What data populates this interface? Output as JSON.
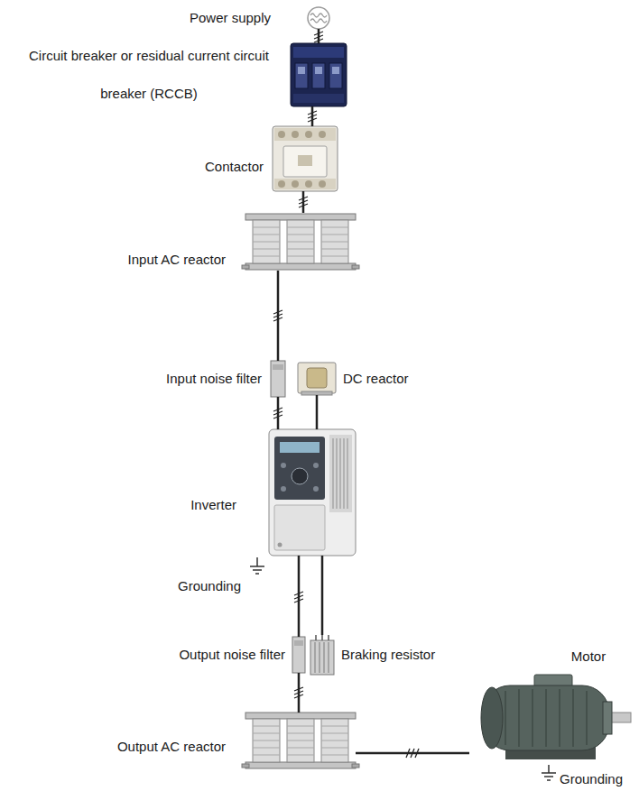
{
  "diagram": {
    "nodes": [
      {
        "text": [
          "Power supply"
        ]
      },
      {
        "text": [
          "Circuit breaker or residual current circuit breaker (RCCB)"
        ]
      },
      {
        "text": [
          "Contactor"
        ]
      },
      {
        "text": [
          "Input AC reactor"
        ]
      },
      {
        "text": [
          "Input noise filter"
        ]
      },
      {
        "text": [
          "DC reactor"
        ]
      },
      {
        "text": [
          "Inverter"
        ]
      },
      {
        "text": [
          "Output noise filter"
        ]
      },
      {
        "text": [
          "Braking resistor"
        ]
      },
      {
        "text": [
          "Output AC reactor"
        ]
      },
      {
        "text": [
          "Motor"
        ]
      }
    ],
    "edges": [
      {
        "from": 0,
        "to": 1,
        "arrow": "none"
      },
      {
        "from": 1,
        "to": 2,
        "arrow": "none"
      },
      {
        "from": 2,
        "to": 3,
        "arrow": "none"
      },
      {
        "from": 3,
        "to": 4,
        "arrow": "none"
      },
      {
        "from": 4,
        "to": 6,
        "arrow": "none"
      },
      {
        "from": 5,
        "to": 6,
        "arrow": "none"
      },
      {
        "from": 6,
        "to": 7,
        "arrow": "none"
      },
      {
        "from": 6,
        "to": 8,
        "arrow": "none"
      },
      {
        "from": 7,
        "to": 9,
        "arrow": "none"
      },
      {
        "from": 9,
        "to": 10,
        "arrow": "none"
      }
    ],
    "labels": [
      "Grounding",
      "Grounding"
    ]
  }
}
